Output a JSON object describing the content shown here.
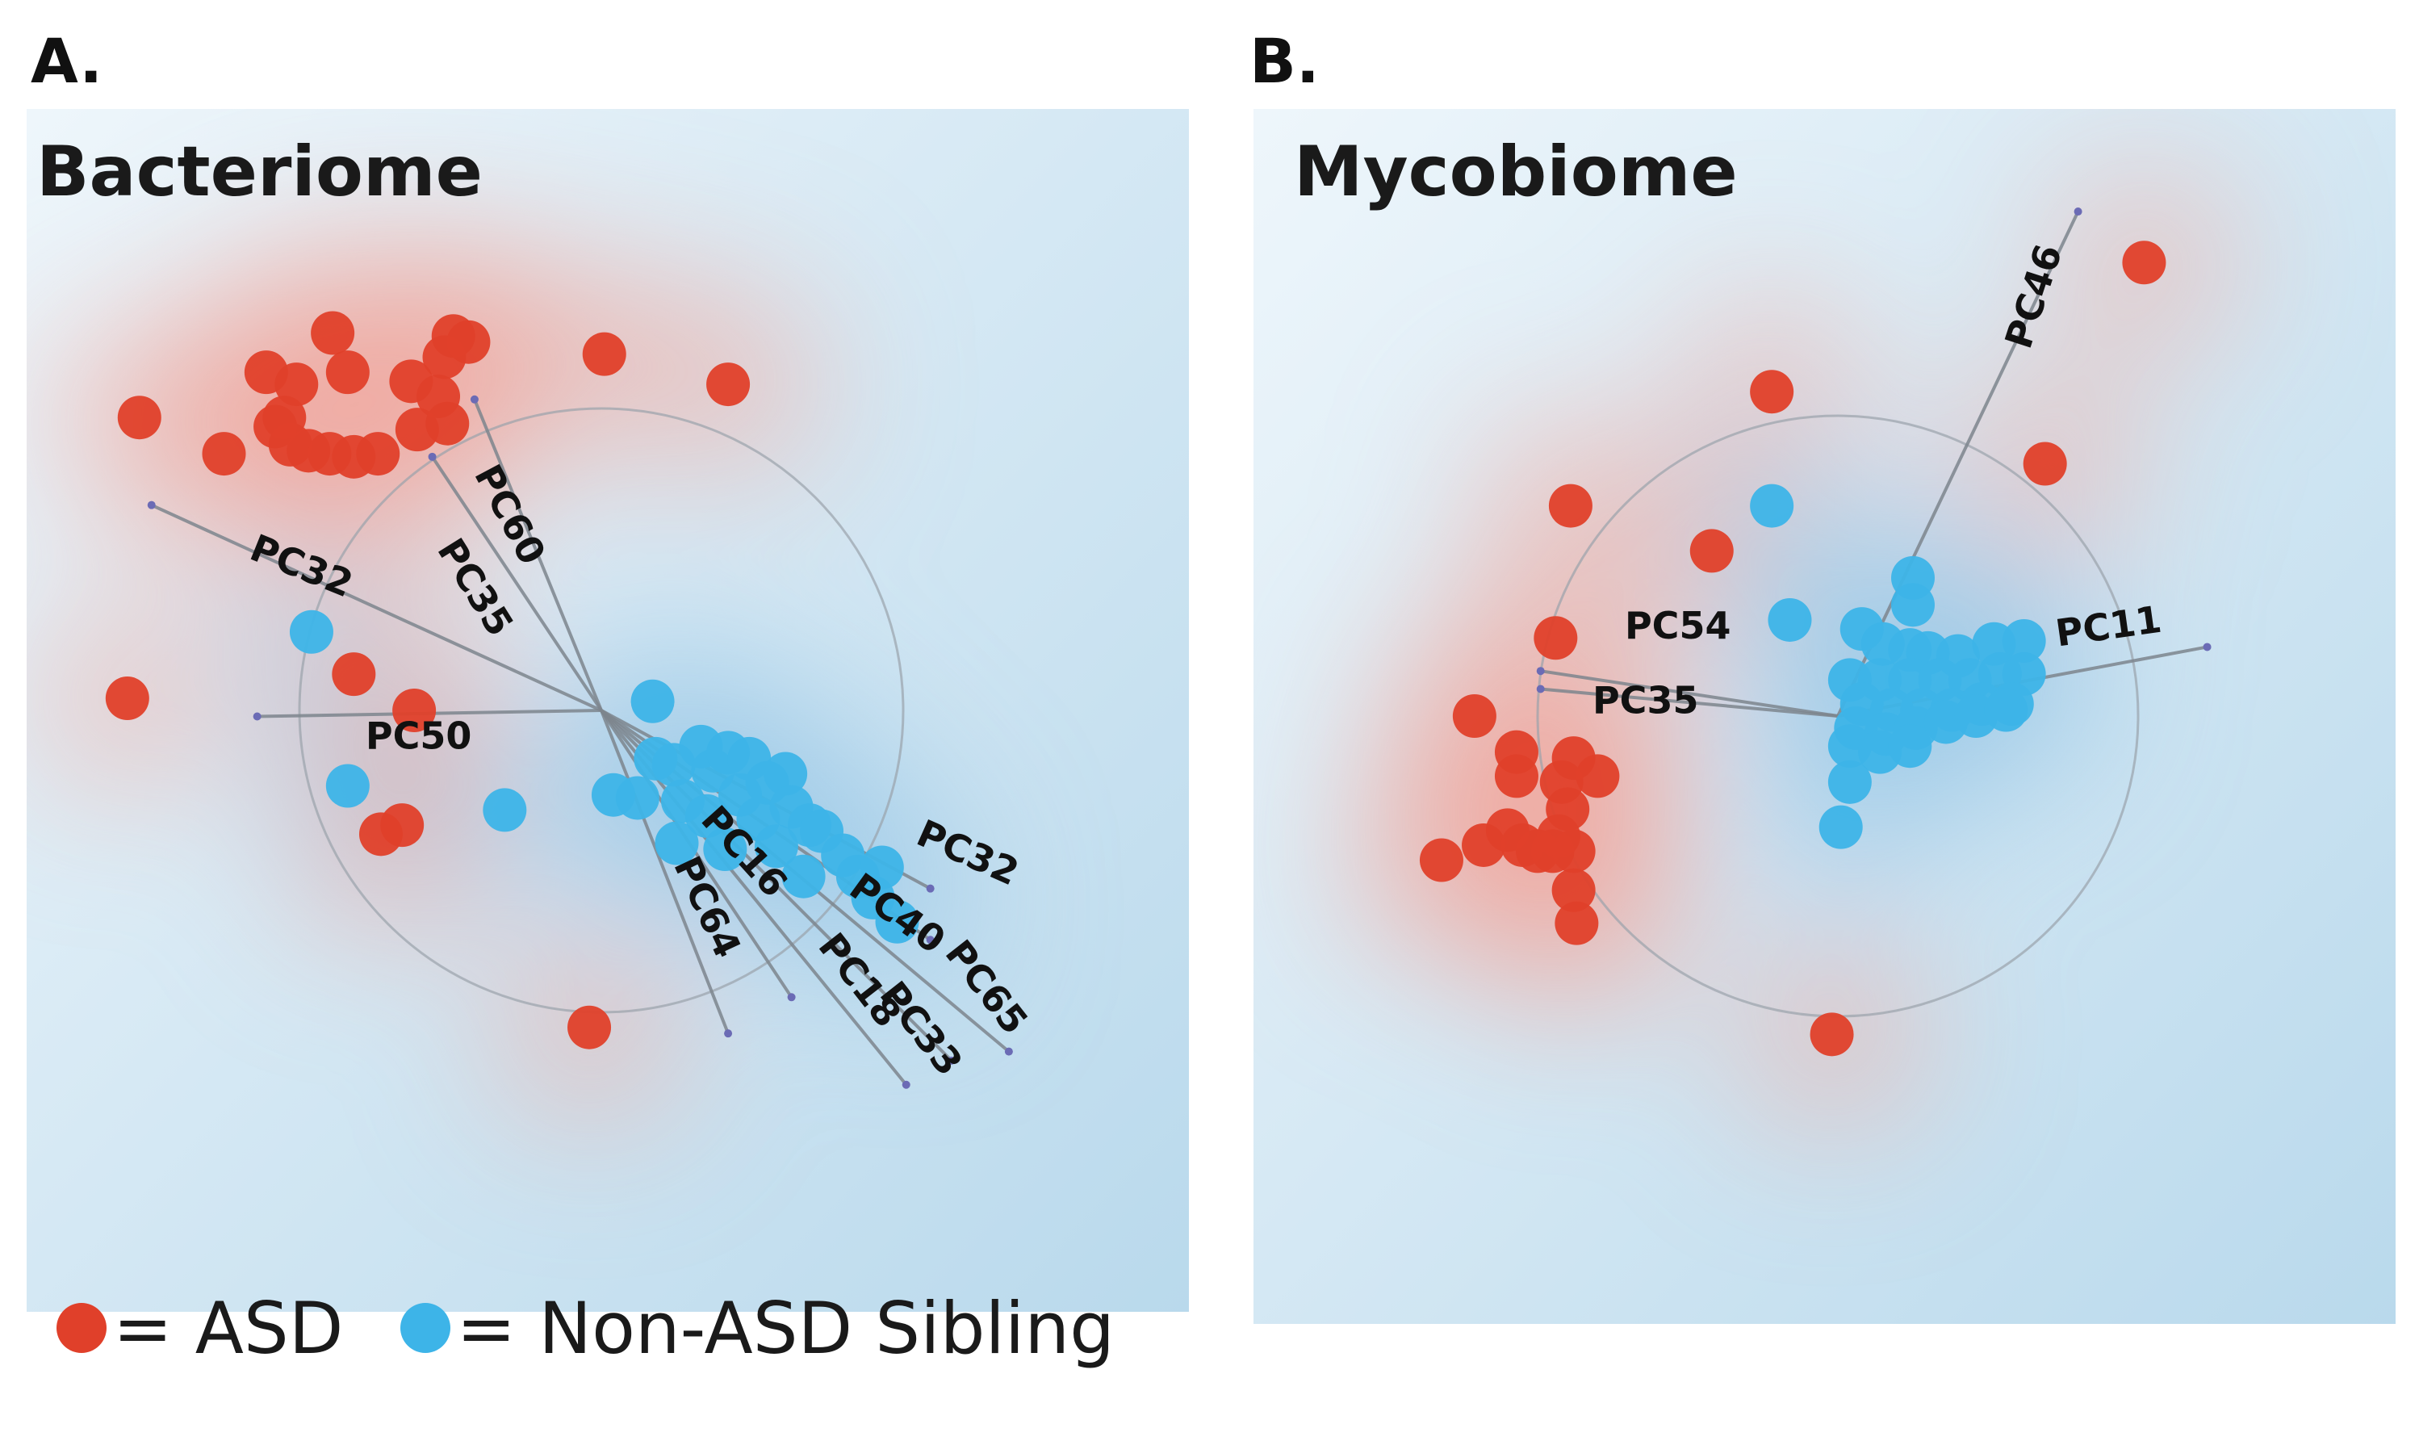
{
  "panels": [
    {
      "letter": "A.",
      "title": "Bacteriome",
      "chart_data": {
        "type": "scatter",
        "title": "Bacteriome",
        "background": "decision-region shading (red = ASD, blue = Non-ASD Sibling)",
        "origin": [
          0.0,
          0.0
        ],
        "loading_circle_radius": 1.0,
        "vectors": [
          {
            "label": "PC60",
            "x": -0.42,
            "y": 1.03
          },
          {
            "label": "PC35",
            "x": -0.56,
            "y": 0.84
          },
          {
            "label": "PC32",
            "x": -1.49,
            "y": 0.68
          },
          {
            "label": "PC50",
            "x": -1.14,
            "y": -0.02
          },
          {
            "label": "PC64",
            "x": 0.42,
            "y": -1.07
          },
          {
            "label": "PC16",
            "x": 0.63,
            "y": -0.95
          },
          {
            "label": "PC18",
            "x": 1.01,
            "y": -1.24
          },
          {
            "label": "PC33",
            "x": 1.16,
            "y": -1.16
          },
          {
            "label": "PC65",
            "x": 1.35,
            "y": -1.13
          },
          {
            "label": "PC40",
            "x": 1.09,
            "y": -0.76
          },
          {
            "label": "PC32",
            "x": 1.09,
            "y": -0.59
          }
        ],
        "series": [
          {
            "name": "ASD",
            "color": "#e0402a",
            "points": [
              [
                -1.53,
                0.97
              ],
              [
                -1.25,
                0.85
              ],
              [
                -1.11,
                1.12
              ],
              [
                -1.08,
                0.94
              ],
              [
                -1.05,
                0.97
              ],
              [
                -1.01,
                1.08
              ],
              [
                -1.03,
                0.88
              ],
              [
                -0.97,
                0.86
              ],
              [
                -0.9,
                0.85
              ],
              [
                -0.89,
                1.25
              ],
              [
                -0.84,
                1.12
              ],
              [
                -0.82,
                0.84
              ],
              [
                -0.74,
                0.85
              ],
              [
                -0.63,
                1.09
              ],
              [
                -0.61,
                0.93
              ],
              [
                -0.54,
                1.04
              ],
              [
                -0.52,
                1.17
              ],
              [
                -0.51,
                0.95
              ],
              [
                -0.49,
                1.24
              ],
              [
                -0.44,
                1.22
              ],
              [
                0.01,
                1.18
              ],
              [
                0.42,
                1.08
              ],
              [
                -1.57,
                0.04
              ],
              [
                -0.82,
                0.12
              ],
              [
                -0.62,
                0.0
              ],
              [
                -0.73,
                -0.41
              ],
              [
                -0.66,
                -0.38
              ],
              [
                -0.04,
                -1.05
              ]
            ]
          },
          {
            "name": "Non-ASD Sibling",
            "color": "#3db4e8",
            "points": [
              [
                -0.96,
                0.26
              ],
              [
                -0.84,
                -0.25
              ],
              [
                -0.32,
                -0.33
              ],
              [
                0.04,
                -0.28
              ],
              [
                0.17,
                0.03
              ],
              [
                0.12,
                -0.29
              ],
              [
                0.18,
                -0.16
              ],
              [
                0.24,
                -0.18
              ],
              [
                0.27,
                -0.3
              ],
              [
                0.33,
                -0.12
              ],
              [
                0.37,
                -0.2
              ],
              [
                0.35,
                -0.35
              ],
              [
                0.42,
                -0.14
              ],
              [
                0.46,
                -0.28
              ],
              [
                0.49,
                -0.16
              ],
              [
                0.52,
                -0.36
              ],
              [
                0.55,
                -0.24
              ],
              [
                0.61,
                -0.21
              ],
              [
                0.63,
                -0.32
              ],
              [
                0.69,
                -0.38
              ],
              [
                0.73,
                -0.4
              ],
              [
                0.8,
                -0.48
              ],
              [
                0.85,
                -0.55
              ],
              [
                0.9,
                -0.62
              ],
              [
                0.93,
                -0.52
              ],
              [
                0.98,
                -0.7
              ],
              [
                0.25,
                -0.44
              ],
              [
                0.41,
                -0.46
              ],
              [
                0.58,
                -0.45
              ],
              [
                0.67,
                -0.55
              ]
            ]
          }
        ]
      }
    },
    {
      "letter": "B.",
      "title": "Mycobiome",
      "chart_data": {
        "type": "scatter",
        "title": "Mycobiome",
        "background": "decision-region shading (red = ASD, blue = Non-ASD Sibling)",
        "origin": [
          0.0,
          0.0
        ],
        "loading_circle_radius": 1.0,
        "vectors": [
          {
            "label": "PC46",
            "x": 0.8,
            "y": 1.68
          },
          {
            "label": "PC11",
            "x": 1.23,
            "y": 0.23
          },
          {
            "label": "PC54",
            "x": -0.99,
            "y": 0.15
          },
          {
            "label": "PC35",
            "x": -0.99,
            "y": 0.09
          }
        ],
        "series": [
          {
            "name": "ASD",
            "color": "#e0402a",
            "points": [
              [
                1.02,
                1.51
              ],
              [
                -0.22,
                1.08
              ],
              [
                0.69,
                0.84
              ],
              [
                -0.89,
                0.7
              ],
              [
                -0.42,
                0.55
              ],
              [
                -0.94,
                0.26
              ],
              [
                -1.21,
                0.0
              ],
              [
                -1.07,
                -0.12
              ],
              [
                -0.88,
                -0.14
              ],
              [
                -1.07,
                -0.2
              ],
              [
                -0.92,
                -0.22
              ],
              [
                -0.8,
                -0.2
              ],
              [
                -0.9,
                -0.31
              ],
              [
                -0.93,
                -0.4
              ],
              [
                -1.1,
                -0.38
              ],
              [
                -1.18,
                -0.43
              ],
              [
                -1.05,
                -0.43
              ],
              [
                -1.0,
                -0.45
              ],
              [
                -0.95,
                -0.45
              ],
              [
                -0.88,
                -0.45
              ],
              [
                -1.32,
                -0.48
              ],
              [
                -0.88,
                -0.58
              ],
              [
                -0.87,
                -0.69
              ],
              [
                -0.02,
                -1.06
              ]
            ]
          },
          {
            "name": "Non-ASD Sibling",
            "color": "#3db4e8",
            "points": [
              [
                -0.22,
                0.7
              ],
              [
                0.25,
                0.46
              ],
              [
                0.25,
                0.37
              ],
              [
                -0.16,
                0.32
              ],
              [
                0.08,
                0.29
              ],
              [
                0.15,
                0.24
              ],
              [
                0.24,
                0.22
              ],
              [
                0.3,
                0.21
              ],
              [
                0.4,
                0.2
              ],
              [
                0.52,
                0.24
              ],
              [
                0.62,
                0.25
              ],
              [
                0.04,
                0.12
              ],
              [
                0.14,
                0.12
              ],
              [
                0.24,
                0.12
              ],
              [
                0.34,
                0.12
              ],
              [
                0.44,
                0.12
              ],
              [
                0.54,
                0.14
              ],
              [
                0.62,
                0.14
              ],
              [
                0.08,
                0.04
              ],
              [
                0.18,
                0.02
              ],
              [
                0.28,
                0.02
              ],
              [
                0.38,
                0.02
              ],
              [
                0.48,
                0.04
              ],
              [
                0.58,
                0.04
              ],
              [
                0.06,
                -0.04
              ],
              [
                0.16,
                -0.06
              ],
              [
                0.26,
                -0.04
              ],
              [
                0.36,
                -0.02
              ],
              [
                0.46,
                0.0
              ],
              [
                0.56,
                0.02
              ],
              [
                0.04,
                -0.1
              ],
              [
                0.14,
                -0.12
              ],
              [
                0.24,
                -0.1
              ],
              [
                0.04,
                -0.22
              ],
              [
                0.01,
                -0.37
              ]
            ]
          }
        ]
      }
    }
  ],
  "legend": {
    "asd_label": "= ASD",
    "sibling_label": "= Non-ASD Sibling",
    "asd_color": "#e0402a",
    "sibling_color": "#3db4e8"
  }
}
